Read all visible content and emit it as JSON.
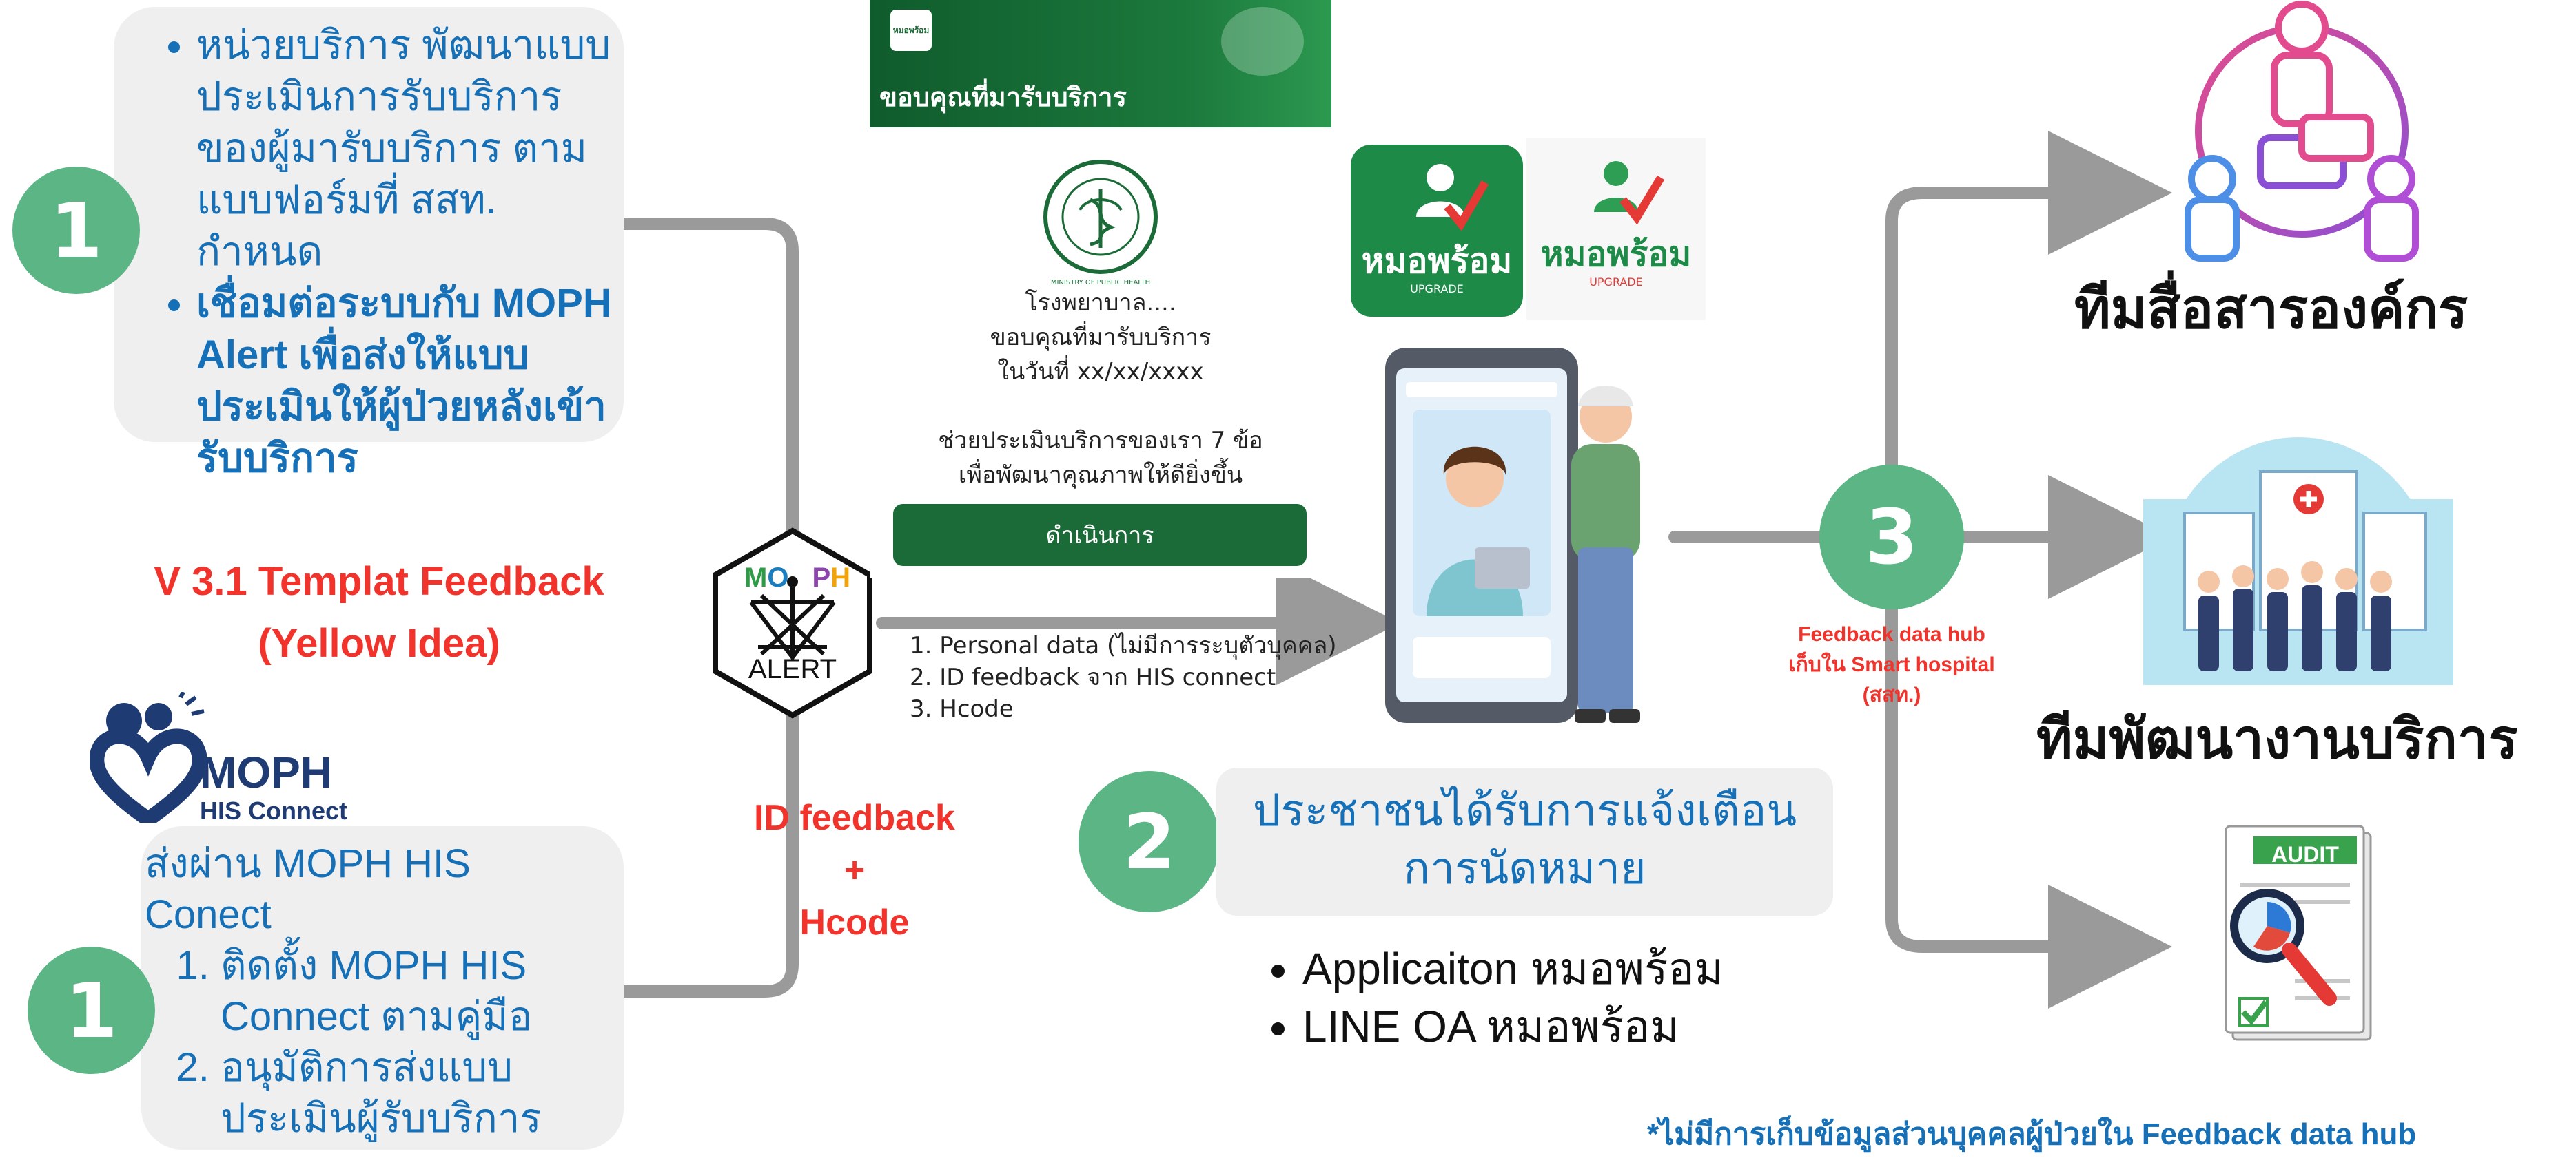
{
  "step1_top": {
    "number": "1",
    "bullet_1": "หน่วยบริการ พัฒนาแบบประเมินการรับบริการของผู้มารับบริการ ตามแบบฟอร์มที่ สสท. กำหนด",
    "bullet_2": "เชื่อมต่อระบบกับ MOPH Alert เพื่อส่งให้แบบประเมินให้ผู้ป่วยหลังเข้ารับบริการ"
  },
  "template_label": {
    "line1": "V 3.1 Templat Feedback",
    "line2": "(Yellow Idea)"
  },
  "his_logo": {
    "name": "MOPH",
    "subtitle": "HIS Connect"
  },
  "step1_bottom": {
    "number": "1",
    "heading": "ส่งผ่าน MOPH HIS Conect",
    "items": [
      "ติดตั้ง MOPH HIS Connect ตามคู่มือ",
      "อนุมัติการส่งแบบประเมินผู้รับบริการ"
    ]
  },
  "alert_logo": {
    "letters": [
      "M",
      "O",
      "P",
      "H"
    ],
    "label": "ALERT"
  },
  "id_feedback": {
    "line1": "ID feedback",
    "line2": "+",
    "line3": "Hcode"
  },
  "data_list": [
    "Personal data (ไม่มีการระบุตัวบุคคล)",
    "ID feedback จาก HIS connect",
    "Hcode"
  ],
  "phone_screen": {
    "app_logo": "หมอพร้อม",
    "header": "ขอบคุณที่มารับบริการ",
    "seal_label": "MINISTRY OF PUBLIC HEALTH",
    "hospital": "โรงพยาบาล....",
    "thanks": "ขอบคุณที่มารับบริการ",
    "date": "ในวันที่ xx/xx/xxxx",
    "help_line1": "ช่วยประเมินบริการของเรา 7 ข้อ",
    "help_line2": "เพื่อพัฒนาคุณภาพให้ดียิ่งขึ้น",
    "button": "ดำเนินการ"
  },
  "app_logos": {
    "name": "หมอพร้อม",
    "tag": "UPGRADE"
  },
  "step2": {
    "number": "2",
    "line1": "ประชาชนได้รับการแจ้งเตือน",
    "line2": "การนัดหมาย",
    "bullets": [
      "Applicaiton หมอพร้อม",
      "LINE OA หมอพร้อม"
    ]
  },
  "step3": {
    "number": "3",
    "line1": "Feedback data hub",
    "line2": "เก็บใน Smart hospital",
    "line3": "(สสท.)"
  },
  "outputs": {
    "comm_team": "ทีมสื่อสารองค์กร",
    "service_team": "ทีมพัฒนางานบริการ",
    "audit_label": "AUDIT"
  },
  "footnote": "*ไม่มีการเก็บข้อมูลส่วนบุคคลผู้ป่วยใน Feedback data hub",
  "colors": {
    "green_circle": "#5bb584",
    "blue_text": "#1570b8",
    "red_text": "#f2332c",
    "dark_green": "#1b6b38",
    "connector": "#9a9a9a"
  }
}
